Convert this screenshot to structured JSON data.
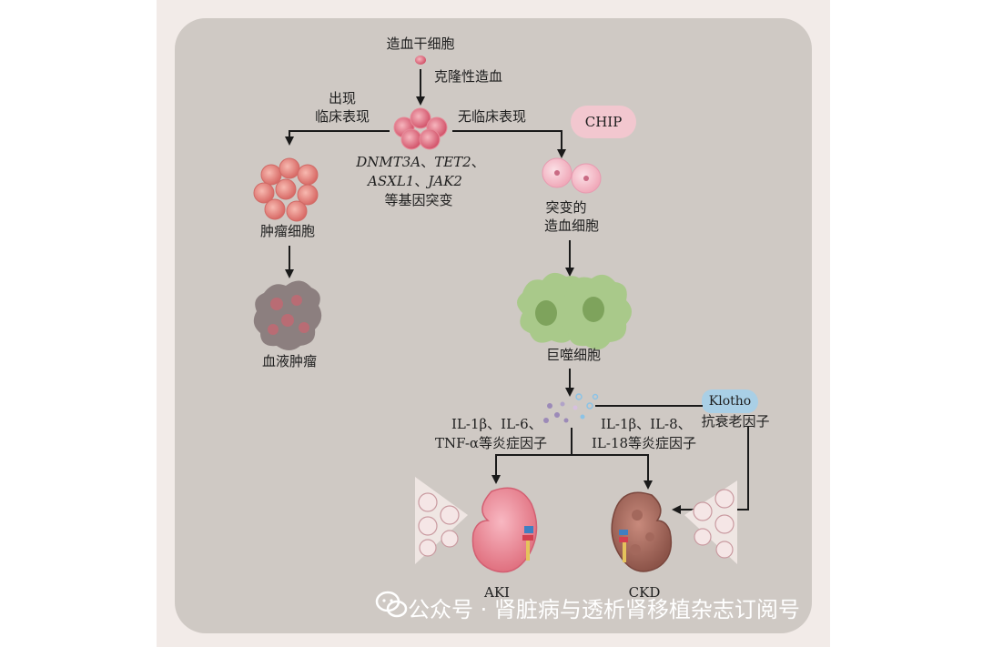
{
  "labels": {
    "hsc": "造血干细胞",
    "clonal": "克隆性造血",
    "clinical_1": "出现",
    "clinical_2": "临床表现",
    "no_clinical": "无临床表现",
    "chip": "CHIP",
    "mut_line1_a": "DNMT3A",
    "mut_line1_b": "、",
    "mut_line1_c": "TET2",
    "mut_line1_d": "、",
    "mut_line2_a": "ASXL1",
    "mut_line2_b": "、",
    "mut_line2_c": "JAK2",
    "mut_line3": "等基因突变",
    "tumor_cell": "肿瘤细胞",
    "blood_tumor": "血液肿瘤",
    "mut_hsc_1": "突变的",
    "mut_hsc_2": "造血细胞",
    "macrophage": "巨噬细胞",
    "left_factors_1": "IL-1β、IL-6、",
    "left_factors_2": "TNF-α等炎症因子",
    "right_factors_1": "IL-1β、IL-8、",
    "right_factors_2": "IL-18等炎症因子",
    "klotho": "Klotho",
    "anti_aging": "抗衰老因子",
    "aki": "AKI",
    "ckd": "CKD"
  },
  "watermark": "公众号 · 肾脏病与透析肾移植杂志订阅号",
  "colors": {
    "panel": "#cfc9c4",
    "background": "#f2ebe8",
    "arrow": "#1a1a1a",
    "chip_badge": "#f2c7cf",
    "klotho_badge": "#a9cfe6"
  }
}
